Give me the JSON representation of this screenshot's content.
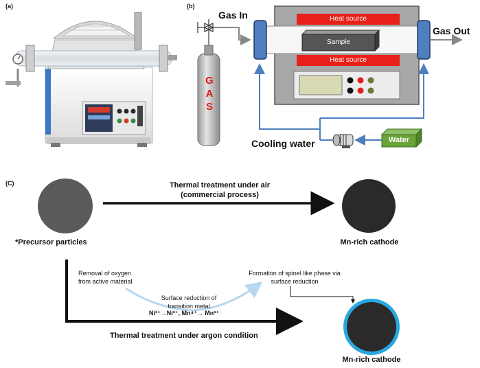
{
  "panels": {
    "a": "(a)",
    "b": "(b)",
    "c": "(C)"
  },
  "schematic": {
    "gas_in": "Gas In",
    "gas_out": "Gas Out",
    "gas_cylinder": "GAS",
    "heat_source_top": "Heat source",
    "heat_source_bottom": "Heat source",
    "sample": "Sample",
    "cooling_water": "Cooling water",
    "water": "Water"
  },
  "process": {
    "air_route_line1": "Thermal treatment under air",
    "air_route_line2": "(commercial process)",
    "precursor": "*Precursor particles",
    "cathode_air": "Mn-rich cathode",
    "oxygen_removal_line1": "Removal of oxygen",
    "oxygen_removal_line2": "from active material",
    "surface_reduction_line1": "Surface reduction of",
    "surface_reduction_line2": "transition metal",
    "reduction_eq": "Ni³⁺→Ni²⁺, Mn⁴⁺→ Mn³⁺",
    "spinel_line1": "Formation of spinel like phase via",
    "spinel_line2": "surface reduction",
    "argon_route": "Thermal treatment under argon condition",
    "cathode_argon": "Mn-rich cathode"
  },
  "colors": {
    "heat_red": "#e8201a",
    "sample_gray": "#555555",
    "water_green": "#6aa338",
    "pipe_blue": "#4f7fc0",
    "coating_blue": "#29a8e0",
    "particle_gray": "#5a5a5a",
    "cathode_black": "#2a2a2a"
  }
}
